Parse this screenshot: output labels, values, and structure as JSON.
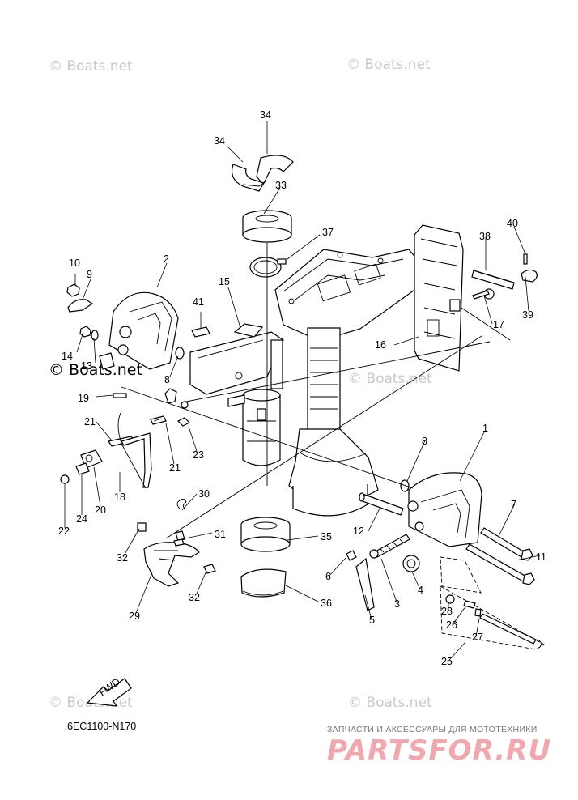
{
  "diagram": {
    "code": "6EC1100-N170",
    "fwd_label": "FWD",
    "callouts": [
      "34",
      "34",
      "33",
      "37",
      "2",
      "10",
      "9",
      "14",
      "13",
      "41",
      "15",
      "8",
      "19",
      "21",
      "21",
      "23",
      "18",
      "20",
      "24",
      "22",
      "30",
      "32",
      "31",
      "29",
      "32",
      "35",
      "36",
      "38",
      "40",
      "39",
      "17",
      "16",
      "1",
      "8",
      "7",
      "11",
      "12",
      "6",
      "3",
      "4",
      "5",
      "28",
      "26",
      "27",
      "25"
    ]
  },
  "watermarks": {
    "text": "© Boats.net",
    "prominent": "© Boats.net"
  },
  "brand": {
    "tagline": "ЗАПЧАСТИ И АКСЕССУАРЫ ДЛЯ МОТОТЕХНИКИ",
    "logo": "PARTSFOR.RU"
  },
  "colors": {
    "line": "#000000",
    "watermark": "#c9c9c9",
    "brand_pink": "#f1a7ae"
  }
}
